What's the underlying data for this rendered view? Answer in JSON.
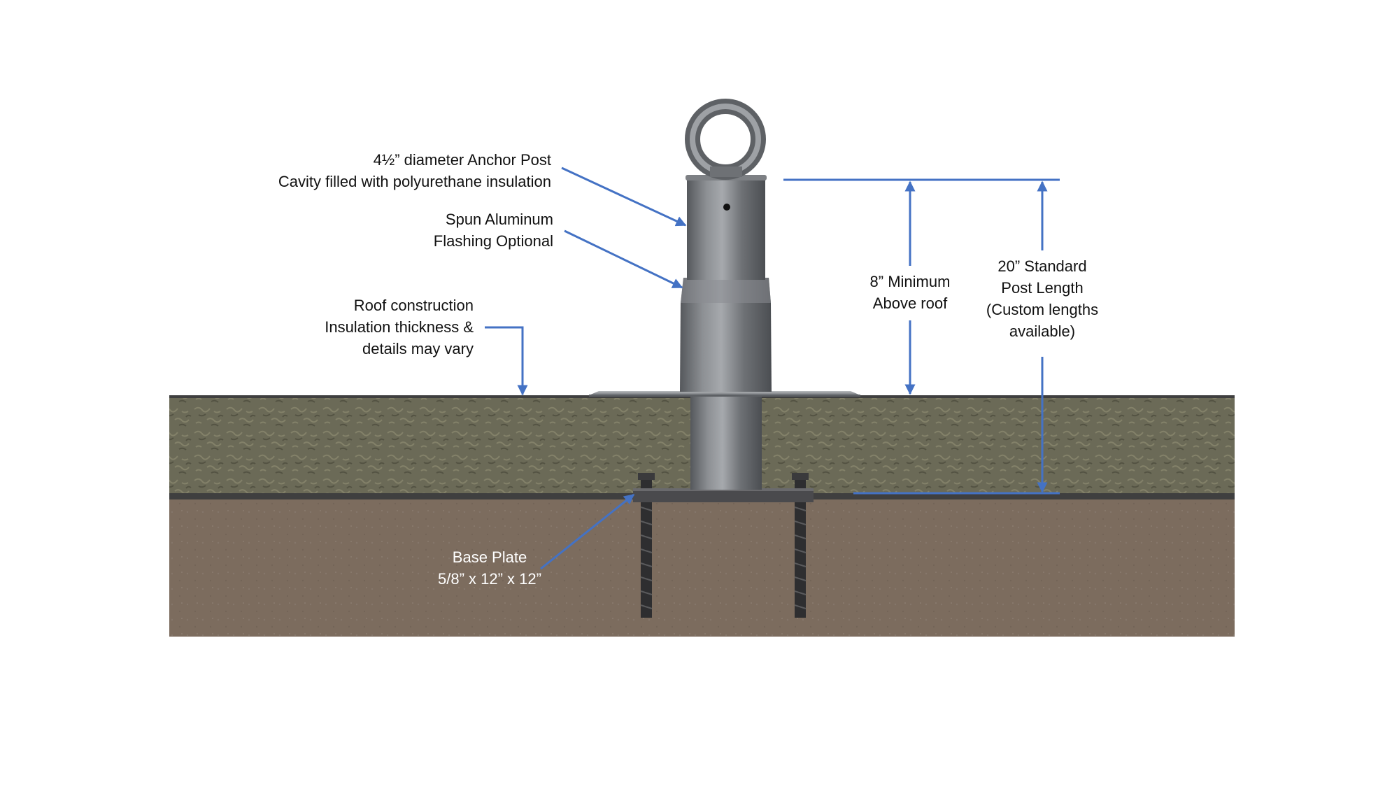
{
  "colors": {
    "background": "#ffffff",
    "arrow": "#4472c4",
    "insulation": "#6b6a57",
    "membrane": "#3f3f3f",
    "deck": "#7c6c5e",
    "steel": "#7b7e82",
    "plate": "#4a4a4d",
    "text_dark": "#111111",
    "text_light": "#ffffff"
  },
  "labels": {
    "anchor_post": {
      "line1": "4½” diameter Anchor Post",
      "line2": "Cavity filled with polyurethane insulation"
    },
    "flashing": {
      "line1": "Spun Aluminum",
      "line2": "Flashing Optional"
    },
    "roof": {
      "line1": "Roof construction",
      "line2": "Insulation thickness &",
      "line3": "details may vary"
    },
    "minimum": {
      "line1": "8” Minimum",
      "line2": "Above roof"
    },
    "standard": {
      "line1": "20” Standard",
      "line2": "Post Length",
      "line3": "(Custom lengths",
      "line4": "available)"
    },
    "base_plate": {
      "line1": "Base Plate",
      "line2": "5/8” x 12” x 12”"
    }
  }
}
